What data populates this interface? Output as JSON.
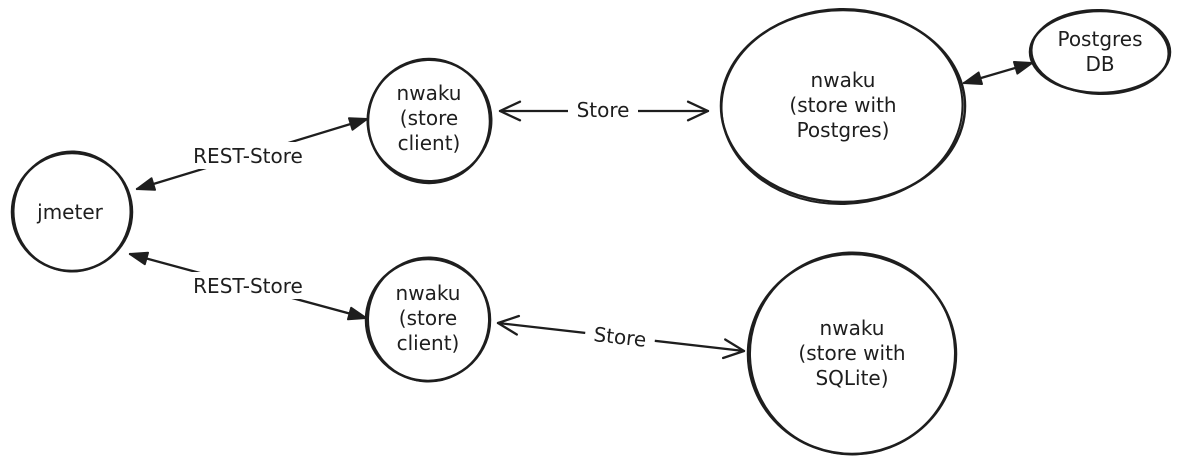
{
  "canvas": {
    "background_color": "#ffffff",
    "ink_color": "#1e1e1e",
    "style": "hand-drawn sketch diagram"
  },
  "nodes": {
    "jmeter": {
      "label": "jmeter"
    },
    "store_client_top": {
      "line1": "nwaku",
      "line2": "(store",
      "line3": "client)"
    },
    "store_postgres": {
      "line1": "nwaku",
      "line2": "(store with",
      "line3": "Postgres)"
    },
    "postgres_db": {
      "line1": "Postgres",
      "line2": "DB"
    },
    "store_client_bottom": {
      "line1": "nwaku",
      "line2": "(store",
      "line3": "client)"
    },
    "store_sqlite": {
      "line1": "nwaku",
      "line2": "(store with",
      "line3": "SQLite)"
    }
  },
  "edges": {
    "rest_store_top": {
      "label": "REST-Store",
      "from": "jmeter",
      "to": "store_client_top",
      "arrow": "double-filled"
    },
    "store_top": {
      "label": "Store",
      "from": "store_client_top",
      "to": "store_postgres",
      "arrow": "double-open"
    },
    "postgres_link": {
      "from": "store_postgres",
      "to": "postgres_db",
      "arrow": "double-filled"
    },
    "rest_store_bottom": {
      "label": "REST-Store",
      "from": "jmeter",
      "to": "store_client_bottom",
      "arrow": "double-filled"
    },
    "store_bottom": {
      "label": "Store",
      "from": "store_client_bottom",
      "to": "store_sqlite",
      "arrow": "double-open"
    }
  }
}
